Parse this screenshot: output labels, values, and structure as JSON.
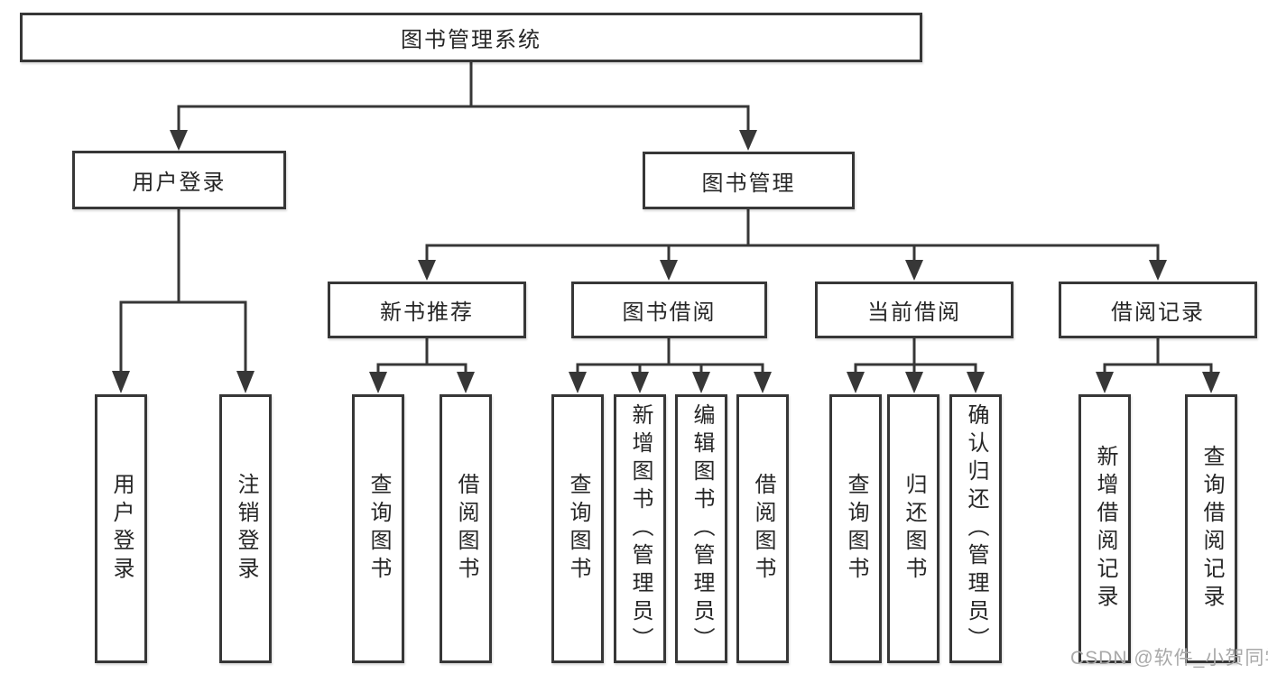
{
  "diagram": {
    "type": "hierarchy-tree",
    "root": {
      "label": "图书管理系统"
    },
    "level2": [
      {
        "label": "用户登录"
      },
      {
        "label": "图书管理"
      }
    ],
    "level3": [
      {
        "label": "新书推荐",
        "parent": "图书管理"
      },
      {
        "label": "图书借阅",
        "parent": "图书管理"
      },
      {
        "label": "当前借阅",
        "parent": "图书管理"
      },
      {
        "label": "借阅记录",
        "parent": "图书管理"
      }
    ],
    "leaves": [
      {
        "label": "用户登录",
        "parent": "用户登录"
      },
      {
        "label": "注销登录",
        "parent": "用户登录"
      },
      {
        "label": "查询图书",
        "parent": "新书推荐"
      },
      {
        "label": "借阅图书",
        "parent": "新书推荐"
      },
      {
        "label": "查询图书",
        "parent": "图书借阅"
      },
      {
        "label": "新增图书（管理员）",
        "parent": "图书借阅"
      },
      {
        "label": "编辑图书（管理员）",
        "parent": "图书借阅"
      },
      {
        "label": "借阅图书",
        "parent": "图书借阅"
      },
      {
        "label": "查询图书",
        "parent": "当前借阅"
      },
      {
        "label": "归还图书",
        "parent": "当前借阅"
      },
      {
        "label": "确认归还（管理员）",
        "parent": "当前借阅"
      },
      {
        "label": "新增借阅记录",
        "parent": "借阅记录"
      },
      {
        "label": "查询借阅记录",
        "parent": "借阅记录"
      }
    ]
  },
  "watermark": {
    "text": "CSDN @软件_小贺同学"
  },
  "colors": {
    "line": "#373737",
    "box_border": "#373737",
    "box_background": "#ffffff",
    "text": "#262626",
    "watermark": "#a9a9a9",
    "background": "#ffffff"
  }
}
